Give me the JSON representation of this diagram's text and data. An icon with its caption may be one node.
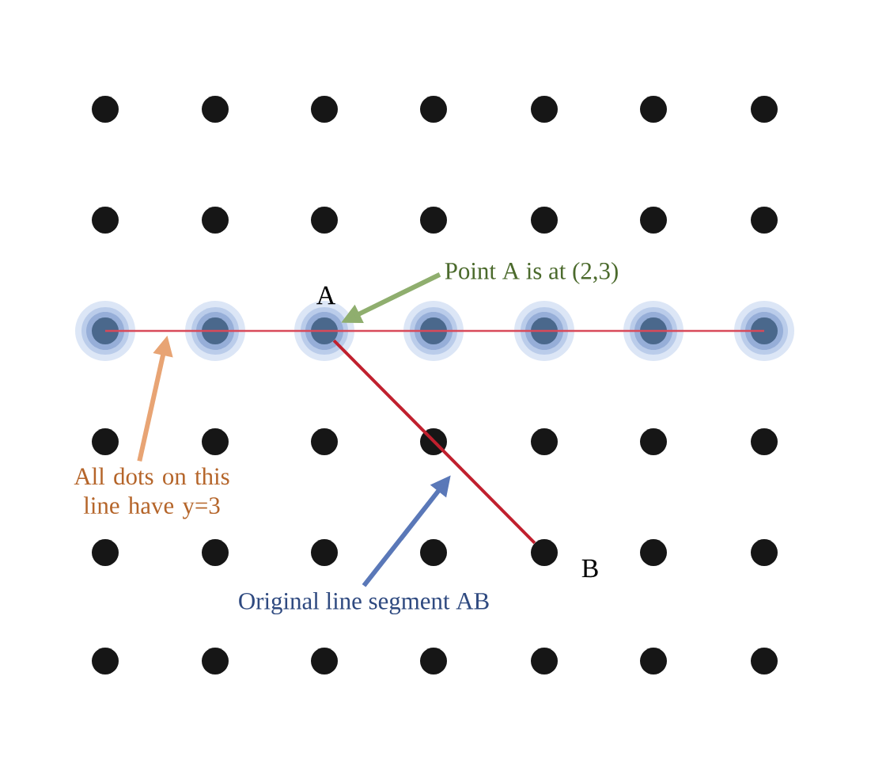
{
  "diagram": {
    "nodes": [
      {
        "text": [
          "Point A is at (2,3)"
        ]
      },
      {
        "text": [],
        "shape": "line"
      },
      {
        "text": [],
        "shape": "circle"
      },
      {
        "text": [],
        "shape": "circle"
      },
      {
        "text": [],
        "shape": "circle",
        "beside": [
          "A"
        ]
      },
      {
        "text": [],
        "shape": "circle"
      },
      {
        "text": [],
        "shape": "circle"
      },
      {
        "text": [],
        "shape": "circle"
      },
      {
        "text": [],
        "shape": "circle"
      },
      {
        "text": [],
        "shape": "circle",
        "beside": [
          "B"
        ]
      },
      {
        "text": [
          "All dots on this line have y=3"
        ]
      },
      {
        "text": [
          "Original line segment AB"
        ]
      }
    ],
    "edges": [
      {
        "from": 4,
        "to": 9,
        "arrow": "none",
        "color": "#c0202e"
      },
      {
        "from": 0,
        "to": 4,
        "arrow": "to",
        "color": "#8fae6e"
      },
      {
        "from": 10,
        "to": 1,
        "arrow": "to",
        "color": "#e8a474"
      },
      {
        "from": 11,
        "to": null,
        "arrow": "to",
        "color": "#5a78b8"
      }
    ]
  }
}
